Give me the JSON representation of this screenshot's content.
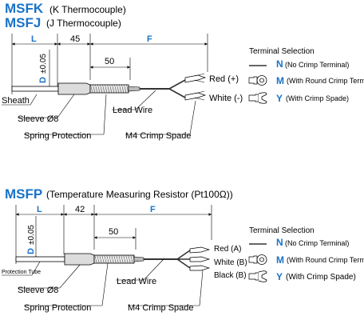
{
  "colors": {
    "accent": "#1a73c8",
    "ink": "#000000"
  },
  "section1": {
    "title_a_code": "MSFK",
    "title_a_desc": "(K Thermocouple)",
    "title_b_code": "MSFJ",
    "title_b_desc": "(J Thermocouple)",
    "dim_L": "L",
    "dim_45": "45",
    "dim_F": "F",
    "dim_50": "50",
    "dim_D": "D",
    "dim_tol": "±0.05",
    "label_sheath": "Sheath",
    "label_sleeve": "Sleeve Ø8",
    "label_spring": "Spring Protection",
    "label_lead": "Lead Wire",
    "label_crimp": "M4 Crimp Spade",
    "wire_red": "Red (+)",
    "wire_white": "White (-)",
    "terminal_title": "Terminal Selection",
    "terminals": [
      {
        "code": "N",
        "desc": "(No Crimp Terminal)",
        "icon": "no-crimp-icon"
      },
      {
        "code": "M",
        "desc": "(With Round Crimp Terminal)",
        "icon": "round-crimp-icon"
      },
      {
        "code": "Y",
        "desc": "(With Crimp Spade)",
        "icon": "crimp-spade-icon"
      }
    ]
  },
  "section2": {
    "title_code": "MSFP",
    "title_desc": "(Temperature Measuring Resistor (Pt100Ω))",
    "dim_L": "L",
    "dim_42": "42",
    "dim_F": "F",
    "dim_50": "50",
    "dim_D": "D",
    "dim_tol": "±0.05",
    "label_tube": "Protection Tube",
    "label_sleeve": "Sleeve Ø8",
    "label_spring": "Spring Protection",
    "label_lead": "Lead Wire",
    "label_crimp": "M4 Crimp Spade",
    "wire_red": "Red (A)",
    "wire_white": "White (B)",
    "wire_black": "Black (B)",
    "terminal_title": "Terminal Selection",
    "terminals": [
      {
        "code": "N",
        "desc": "(No Crimp Terminal)",
        "icon": "no-crimp-icon"
      },
      {
        "code": "M",
        "desc": "(With Round Crimp Terminal)",
        "icon": "round-crimp-icon"
      },
      {
        "code": "Y",
        "desc": "(With Crimp Spade)",
        "icon": "crimp-spade-icon"
      }
    ]
  }
}
